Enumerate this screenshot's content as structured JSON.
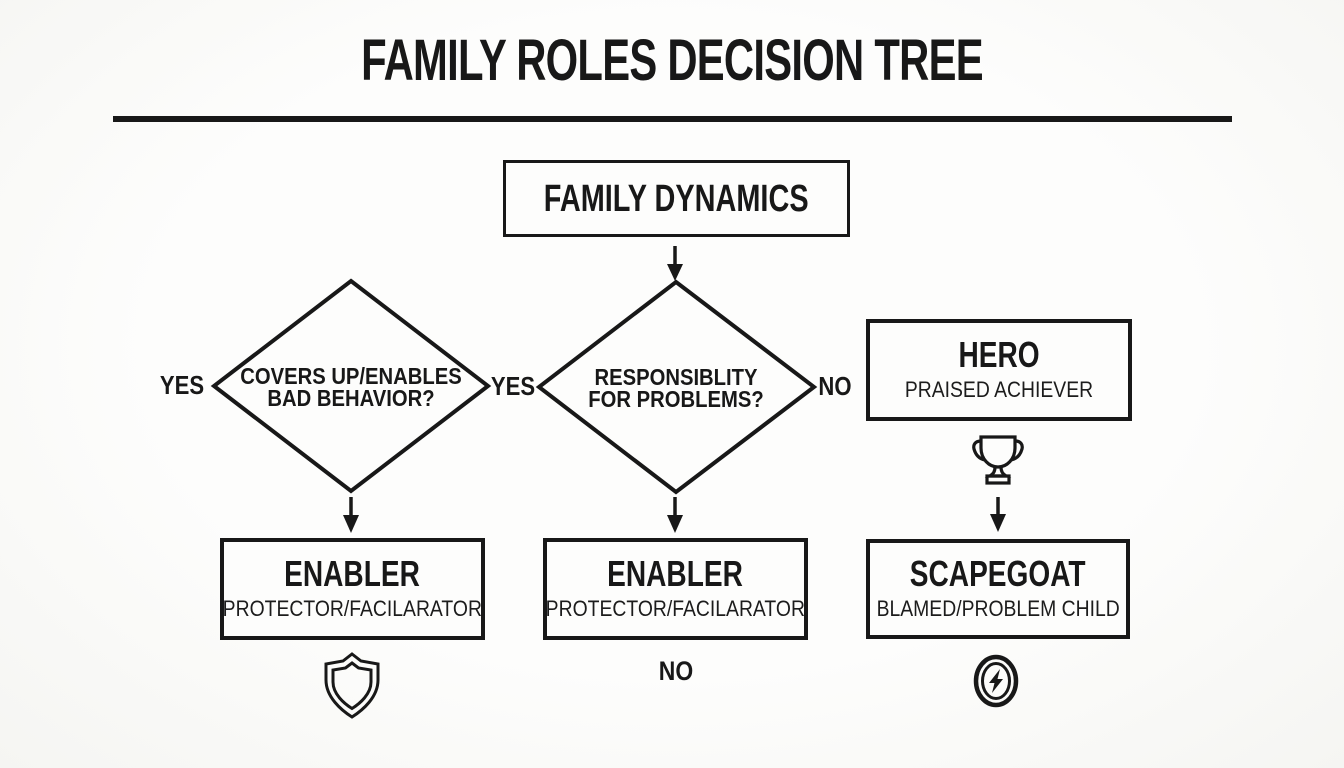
{
  "title": "FAMILY ROLES DECISION TREE",
  "root_box": {
    "label": "FAMILY DYNAMICS"
  },
  "decision_left": {
    "line1": "COVERS UP/ENABLES",
    "line2": "BAD BEHAVIOR?",
    "yes_label": "YES"
  },
  "decision_center": {
    "line1": "RESPONSIBLITY",
    "line2": "FOR PROBLEMS?",
    "yes_label": "YES",
    "no_label": "NO"
  },
  "hero_box": {
    "title": "HERO",
    "subtitle": "PRAISED ACHIEVER",
    "icon": "trophy-icon"
  },
  "enabler_left_box": {
    "title": "ENABLER",
    "subtitle": "PROTECTOR/FACILARATOR",
    "icon": "shield-icon"
  },
  "enabler_center_box": {
    "title": "ENABLER",
    "subtitle": "PROTECTOR/FACILARATOR",
    "below_label": "NO"
  },
  "scapegoat_box": {
    "title": "SCAPEGOAT",
    "subtitle": "BLAMED/PROBLEM CHILD",
    "icon": "lightning-badge-icon"
  },
  "colors": {
    "ink": "#181818",
    "background": "#fbfbf9"
  }
}
